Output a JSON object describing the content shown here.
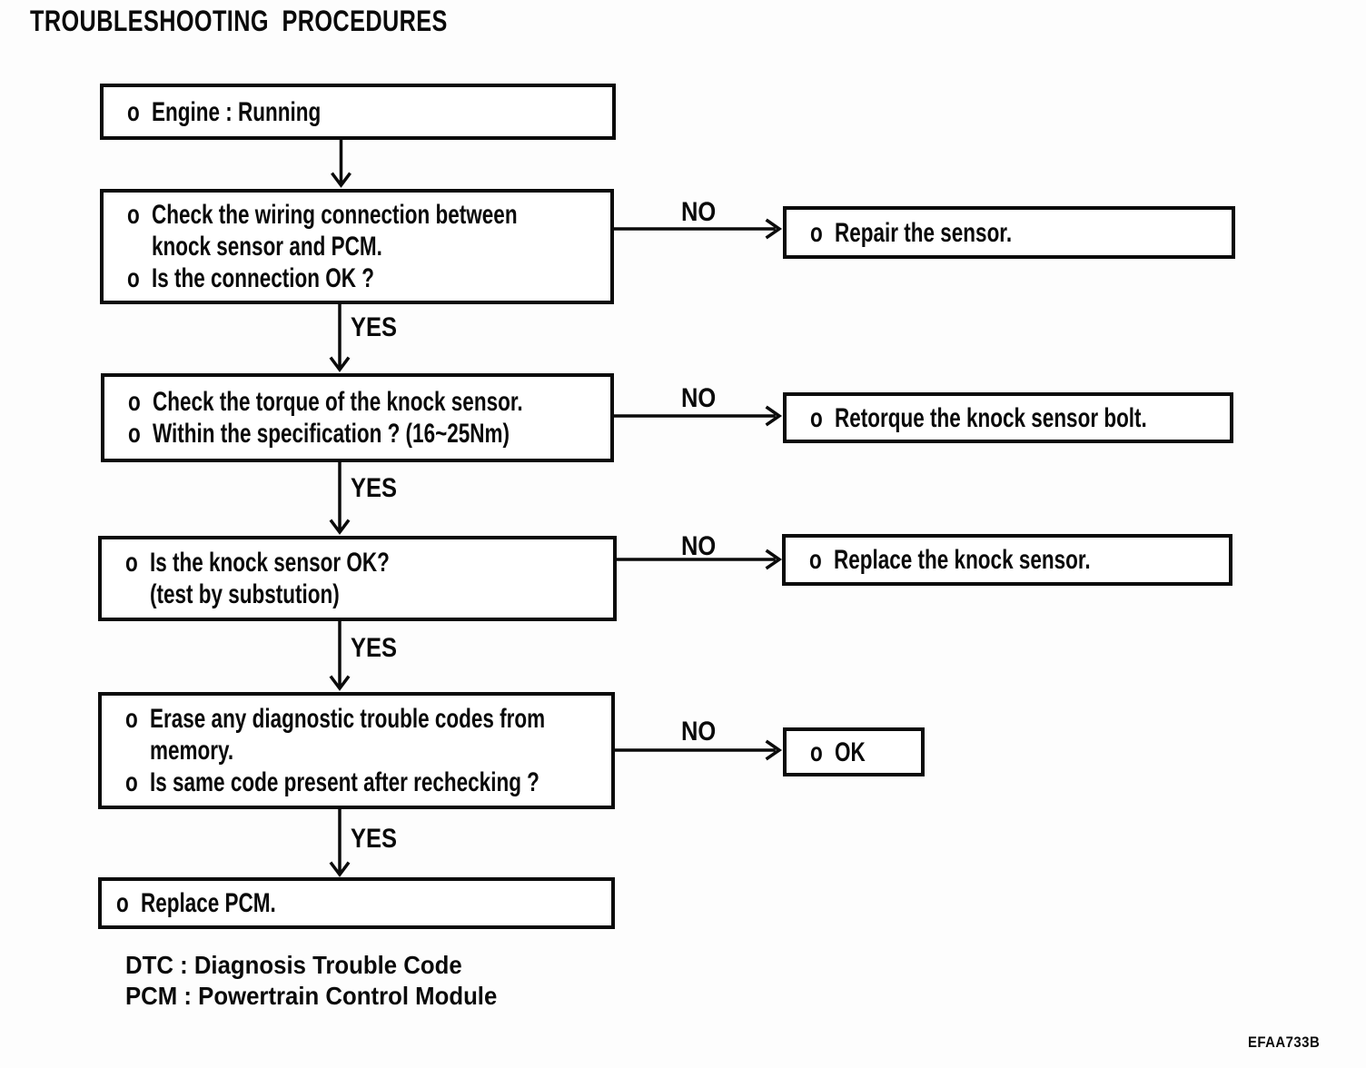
{
  "title": "TROUBLESHOOTING PROCEDURES",
  "bullet": "o",
  "labels": {
    "yes": "YES",
    "no": "NO"
  },
  "flow": {
    "steps": [
      {
        "bullets": [
          {
            "lines": [
              "Engine : Running"
            ]
          }
        ]
      },
      {
        "bullets": [
          {
            "lines": [
              "Check the wiring connection between",
              "knock sensor and PCM."
            ]
          },
          {
            "lines": [
              "Is the connection OK ?"
            ]
          }
        ]
      },
      {
        "bullets": [
          {
            "lines": [
              "Check the torque of the knock sensor."
            ]
          },
          {
            "lines": [
              "Within the specification ? (16~25Nm)"
            ]
          }
        ]
      },
      {
        "bullets": [
          {
            "lines": [
              "Is the knock sensor OK?",
              "(test by substution)"
            ]
          }
        ]
      },
      {
        "bullets": [
          {
            "lines": [
              "Erase any diagnostic trouble codes from",
              "memory."
            ]
          },
          {
            "lines": [
              "Is same code present after rechecking ?"
            ]
          }
        ]
      },
      {
        "bullets": [
          {
            "lines": [
              "Replace PCM."
            ]
          }
        ]
      }
    ],
    "results": [
      {
        "lines": [
          "Repair the sensor."
        ]
      },
      {
        "lines": [
          "Retorque the knock sensor bolt."
        ]
      },
      {
        "lines": [
          "Replace the knock sensor."
        ]
      },
      {
        "lines": [
          "OK"
        ]
      }
    ]
  },
  "footer": {
    "notes": [
      "DTC : Diagnosis Trouble Code",
      "PCM : Powertrain Control Module"
    ],
    "figure_code": "EFAA733B"
  }
}
